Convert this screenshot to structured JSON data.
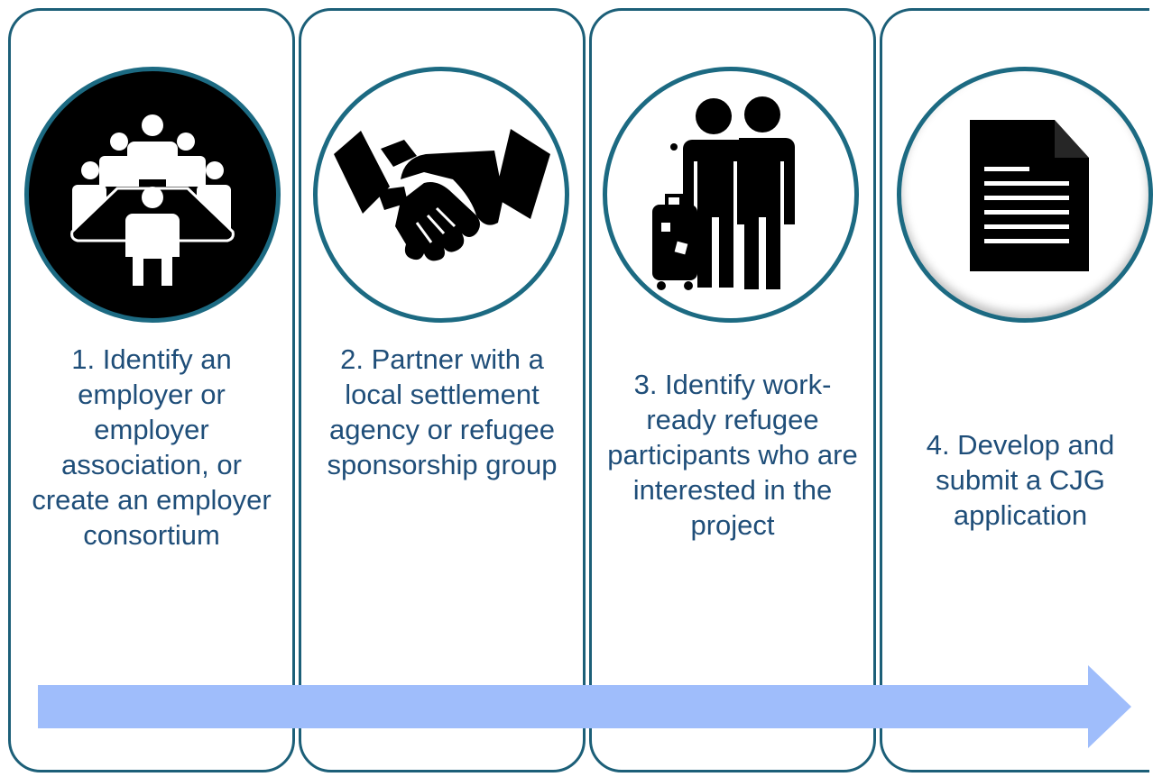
{
  "colors": {
    "border": "#1c5f78",
    "text": "#1f4e79",
    "arrow": "#9fbdfb",
    "icon": "#000000"
  },
  "steps": [
    {
      "label": "1. Identify an employer or employer association, or create an employer consortium",
      "icon": "meeting-group-icon"
    },
    {
      "label": "2. Partner with a local settlement agency or refugee sponsorship group",
      "icon": "handshake-icon"
    },
    {
      "label": "3. Identify work-ready refugee participants who are interested in the project",
      "icon": "travelers-luggage-icon"
    },
    {
      "label": "4. Develop and submit a CJG application",
      "icon": "document-icon"
    }
  ]
}
